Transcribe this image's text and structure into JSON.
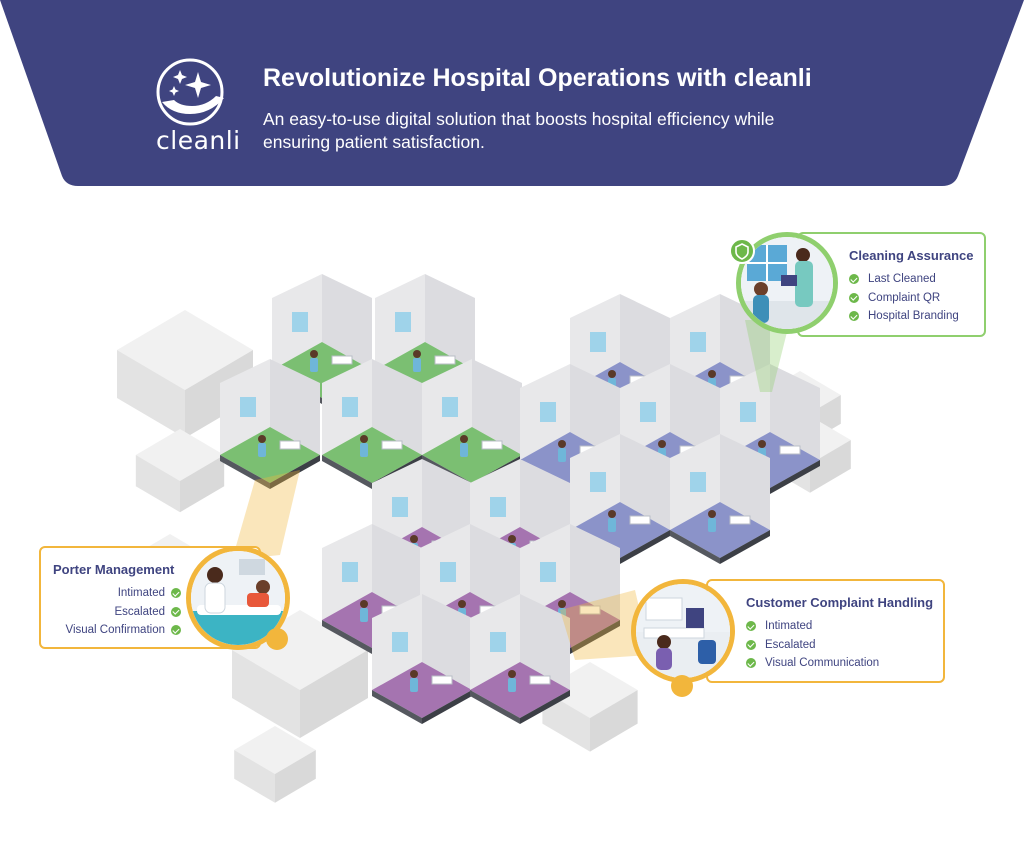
{
  "header": {
    "brand": "cleanli",
    "title": "Revolutionize Hospital Operations with cleanli",
    "subtitle": "An easy-to-use digital solution that boosts hospital efficiency while ensuring patient satisfaction."
  },
  "cards": {
    "cleaning": {
      "title": "Cleaning Assurance",
      "items": [
        "Last Cleaned",
        "Complaint QR",
        "Hospital Branding"
      ]
    },
    "porter": {
      "title": "Porter Management",
      "items": [
        "Intimated",
        "Escalated",
        "Visual Confirmation"
      ]
    },
    "complaint": {
      "title": "Customer Complaint Handling",
      "items": [
        "Intimated",
        "Escalated",
        "Visual Communication"
      ]
    }
  },
  "colors": {
    "banner": "#3f4480",
    "accent_orange": "#f2b63c",
    "accent_green": "#8fcf6e",
    "check": "#6db84a",
    "floor_green": "#7bbf72",
    "floor_blue": "#8b93c9",
    "floor_purple": "#a574b0"
  },
  "icons": [
    "sparkle-hand-logo-icon",
    "check-icon",
    "shield-badge-icon"
  ]
}
